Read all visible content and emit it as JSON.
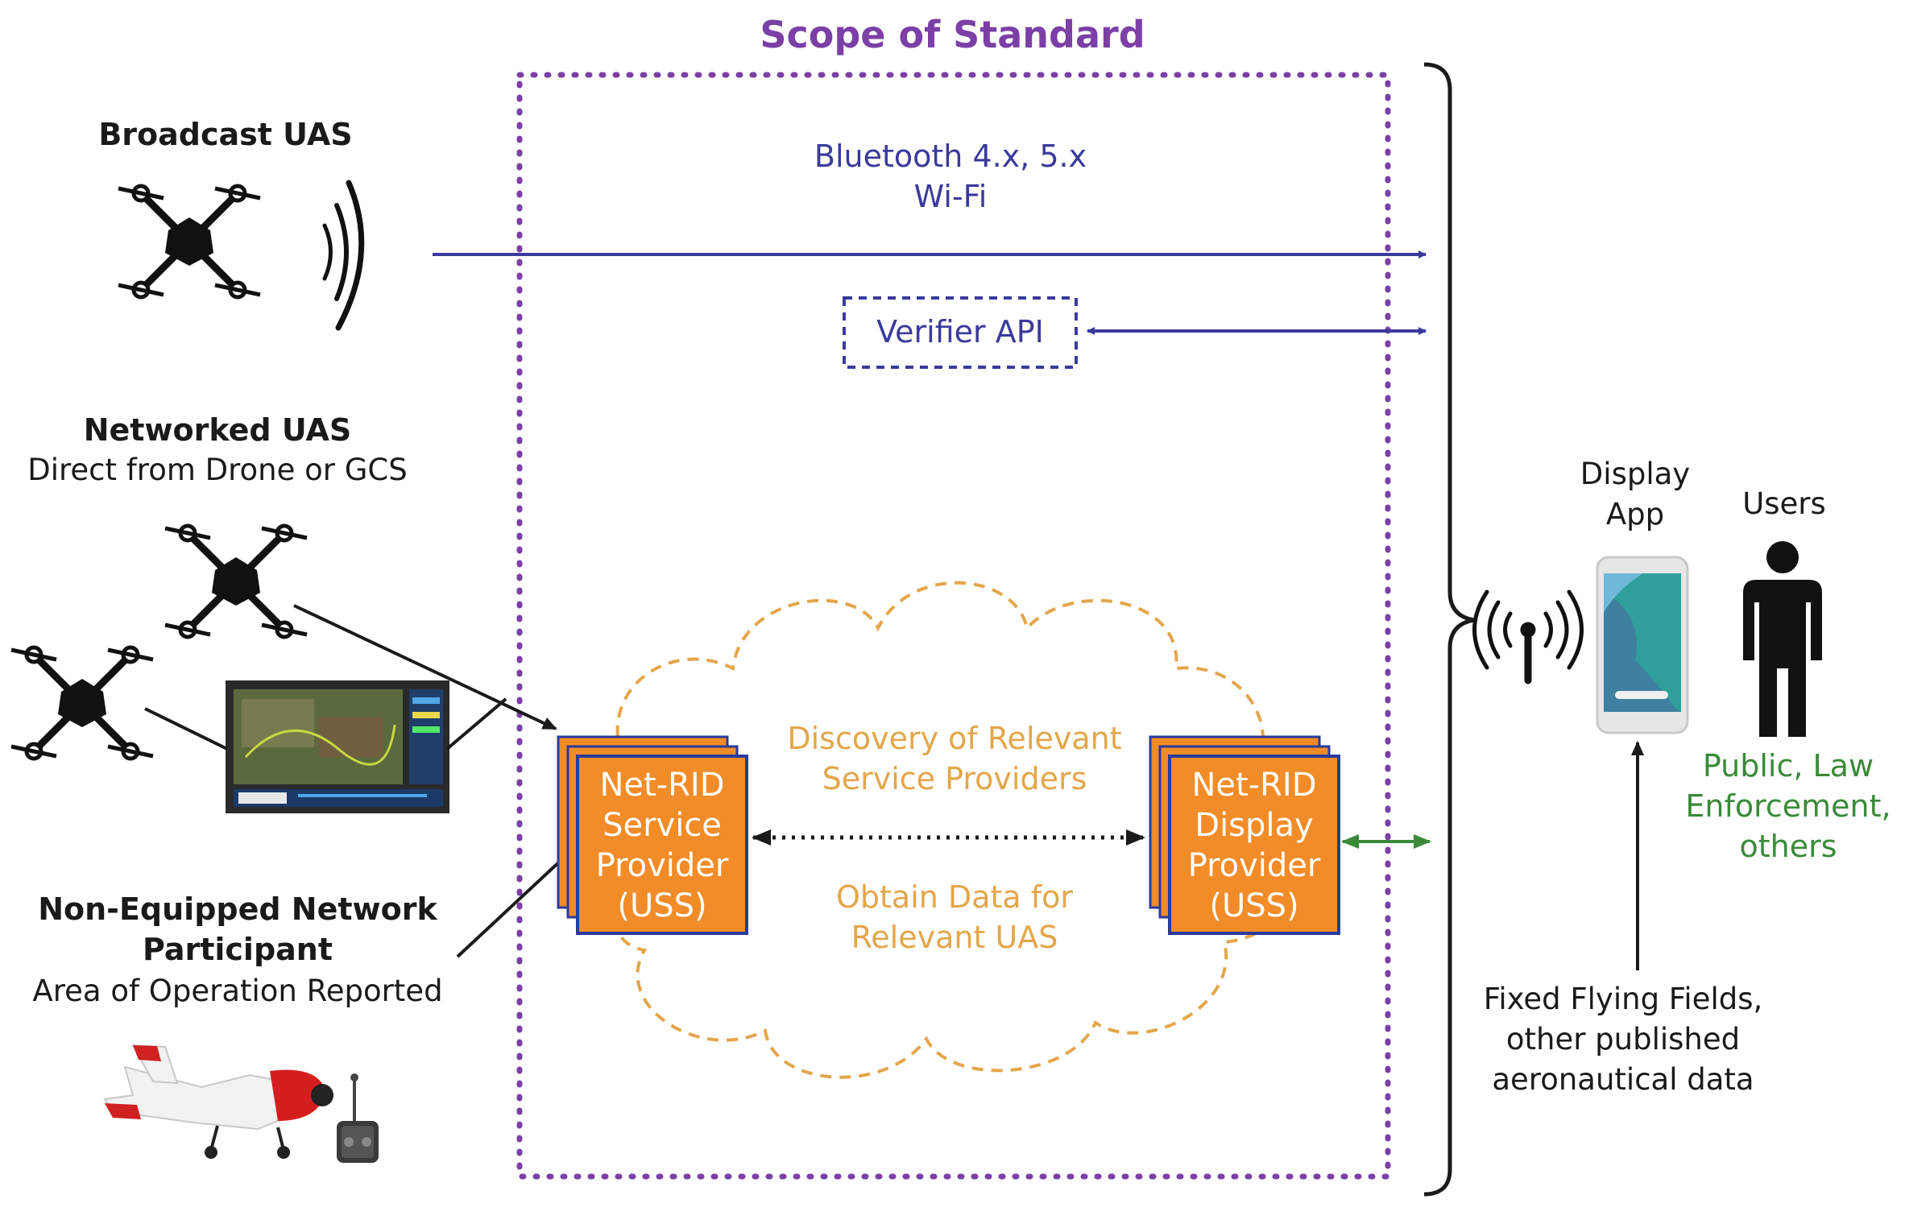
{
  "scope": {
    "title": "Scope of Standard"
  },
  "left": {
    "broadcast_title": "Broadcast UAS",
    "networked_title": "Networked UAS",
    "networked_sub": "Direct from Drone or GCS",
    "nonequipped_title_1": "Non-Equipped Network",
    "nonequipped_title_2": "Participant",
    "nonequipped_sub": "Area of Operation Reported"
  },
  "center": {
    "bluetooth_1": "Bluetooth 4.x, 5.x",
    "bluetooth_2": "Wi-Fi",
    "verifier_api": "Verifier API",
    "discovery_1": "Discovery of Relevant",
    "discovery_2": "Service Providers",
    "obtain_1": "Obtain Data for",
    "obtain_2": "Relevant UAS",
    "service_provider": [
      "Net-RID",
      "Service",
      "Provider",
      "(USS)"
    ],
    "display_provider": [
      "Net-RID",
      "Display",
      "Provider",
      "(USS)"
    ]
  },
  "right": {
    "display_app_1": "Display",
    "display_app_2": "App",
    "users": "Users",
    "public_1": "Public, Law",
    "public_2": "Enforcement,",
    "public_3": "others",
    "fixed_1": "Fixed Flying Fields,",
    "fixed_2": "other published",
    "fixed_3": "aeronautical data"
  },
  "colors": {
    "scope_border": "#7b3fa6",
    "link_blue": "#3a3a9c",
    "cloud_orange": "#e3a64a",
    "uss_fill": "#f28c28",
    "uss_border": "#2a3a9c",
    "display_link_green": "#3a8a3a"
  },
  "icons": [
    "drone-icon",
    "radio-waves-icon",
    "gcs-screen-icon",
    "airplane-icon",
    "remote-control-icon",
    "antenna-icon",
    "smartphone-icon",
    "person-icon"
  ]
}
